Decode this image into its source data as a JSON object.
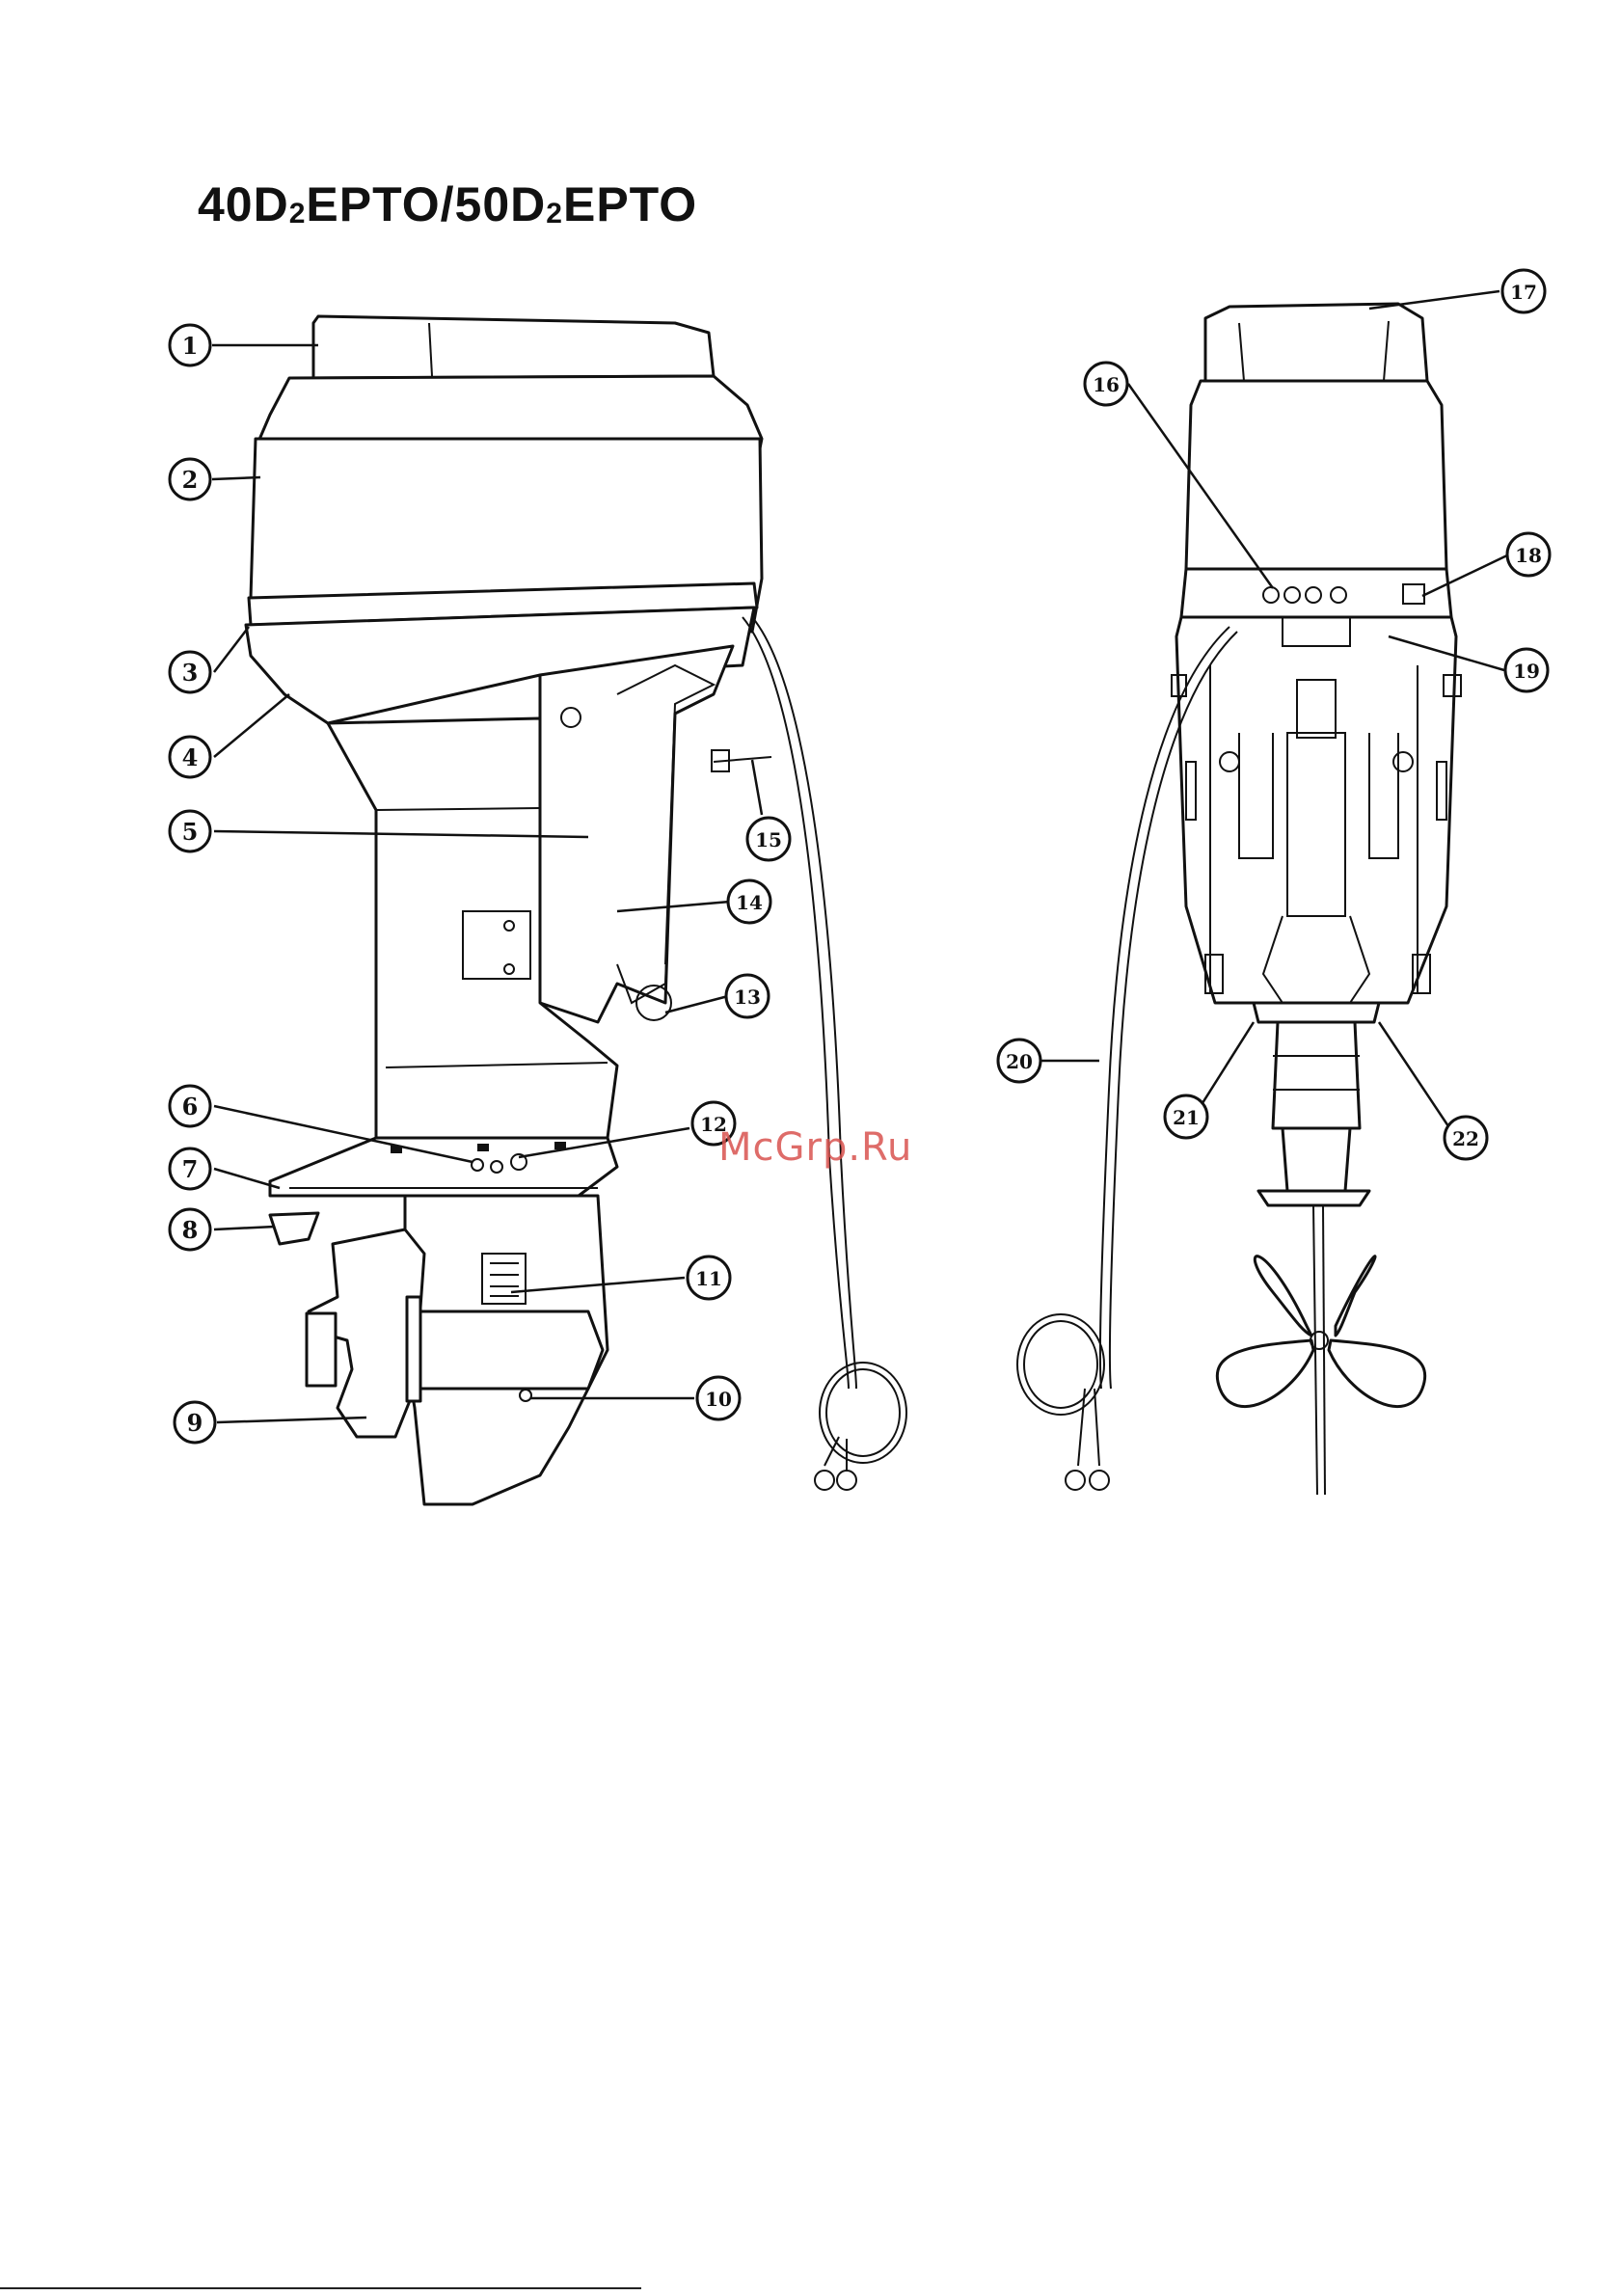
{
  "title": {
    "model_a": "40D",
    "sub_a": "2",
    "mid_a": "EPTO/50D",
    "sub_b": "2",
    "end_b": "EPTO"
  },
  "watermark": "McGrp.Ru",
  "callouts": [
    "1",
    "2",
    "3",
    "4",
    "5",
    "6",
    "7",
    "8",
    "9",
    "10",
    "11",
    "12",
    "13",
    "14",
    "15",
    "16",
    "17",
    "18",
    "19",
    "20",
    "21",
    "22"
  ]
}
